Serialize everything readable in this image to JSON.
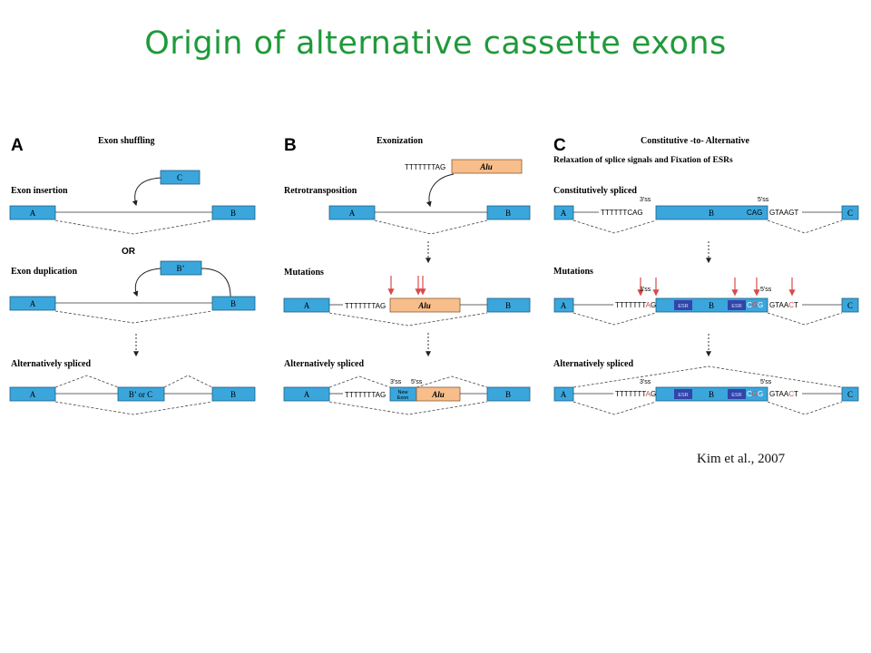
{
  "title": "Origin of alternative cassette exons",
  "citation": "Kim et al., 2007",
  "colors": {
    "title": "#1f9a3a",
    "exon": "#3aa6dc",
    "alu": "#f7be8c",
    "esr": "#3344aa",
    "mutation_arrow": "#d94b4b"
  },
  "panelA": {
    "letter": "A",
    "heading": "Exon shuffling",
    "exon_insertion": "Exon insertion",
    "or": "OR",
    "exon_duplication": "Exon duplication",
    "alternatively_spliced": "Alternatively spliced",
    "exon_A": "A",
    "exon_B": "B",
    "exon_C": "C",
    "exon_Bprime": "B’",
    "exon_BorC": "B’ or C"
  },
  "panelB": {
    "letter": "B",
    "heading": "Exonization",
    "seq": "TTTTTTTAG",
    "alu": "Alu",
    "retrotransposition": "Retrotransposition",
    "mutations": "Mutations",
    "alternatively_spliced": "Alternatively spliced",
    "ss3": "3'ss",
    "ss5": "5'ss",
    "new_exon_1": "New",
    "new_exon_2": "Exon",
    "exon_A": "A",
    "exon_B": "B"
  },
  "panelC": {
    "letter": "C",
    "heading": "Constitutive -to- Alternative",
    "subheading": "Relaxation of splice signals and Fixation of ESRs",
    "constitutively_spliced": "Constitutively spliced",
    "mutations": "Mutations",
    "alternatively_spliced": "Alternatively spliced",
    "seq_left_1": "TTTTTTCAG",
    "cag": "CAG",
    "gtaagt": "GTAAGT",
    "seq_left_2a": "TTTTTTT",
    "seq_left_2b": "A",
    "seq_left_2c": "G",
    "cgg_c": "C",
    "cgg_g1": "G",
    "cgg_g2": "G",
    "gtaact_a": "GTAA",
    "gtaact_c": "C",
    "gtaact_t": "T",
    "esr": "ESR",
    "ss3": "3'ss",
    "ss5": "5'ss",
    "exon_A": "A",
    "exon_B": "B",
    "exon_C": "C"
  }
}
